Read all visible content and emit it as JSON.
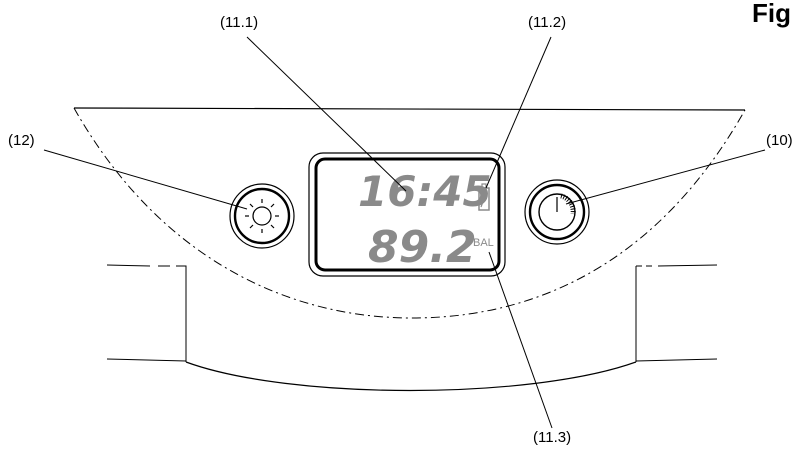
{
  "figure": {
    "title": "Fig"
  },
  "callouts": {
    "c_11_1": "(11.1)",
    "c_11_2": "(11.2)",
    "c_12": "(12)",
    "c_10": "(10)",
    "c_11_3": "(11.3)"
  },
  "display": {
    "time": "16:45",
    "value": "89.2",
    "balance_label": "BAL",
    "battery_icon": "battery-icon"
  },
  "buttons": {
    "left_icon": "sun-icon",
    "right_icon": "gauge-icon"
  },
  "colors": {
    "line": "#000000",
    "lcd_segments": "#8a8a8a"
  }
}
